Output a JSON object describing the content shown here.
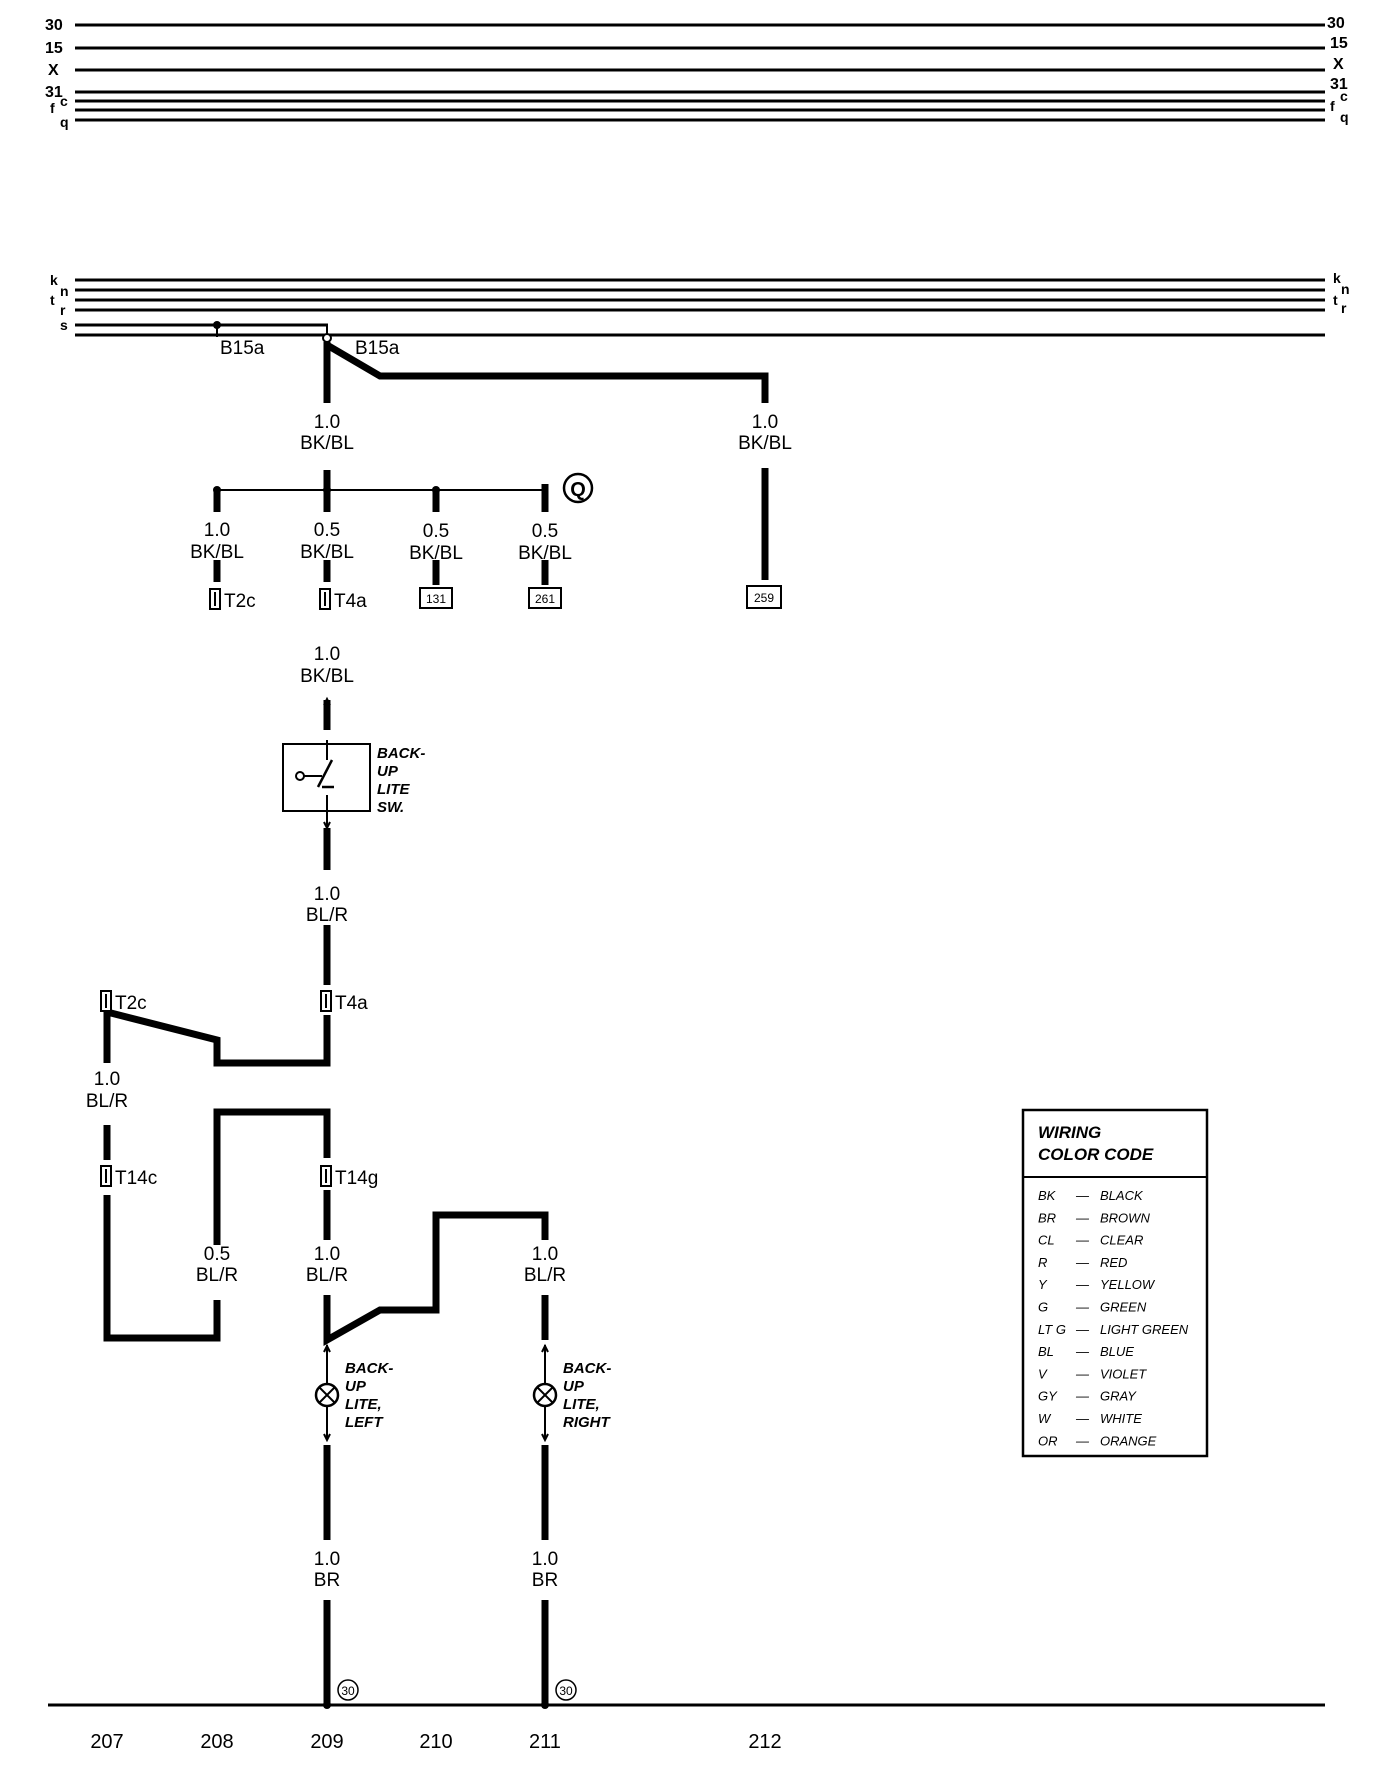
{
  "bus_lines": {
    "top_left": [
      "30",
      "15",
      "X",
      "31",
      "f",
      "c",
      "q"
    ],
    "top_right": [
      "30",
      "15",
      "X",
      "31",
      "f",
      "c",
      "q"
    ],
    "mid_left": [
      "k",
      "n",
      "t",
      "r",
      "s"
    ],
    "mid_right": [
      "k",
      "n",
      "t",
      "r"
    ]
  },
  "splices": {
    "left": "B15a",
    "right": "B15a"
  },
  "wires": {
    "main_feed": {
      "size": "1.0",
      "color": "BK/BL"
    },
    "feed_259": {
      "size": "1.0",
      "color": "BK/BL"
    },
    "branch_1": {
      "size": "1.0",
      "color": "BK/BL"
    },
    "branch_2": {
      "size": "0.5",
      "color": "BK/BL"
    },
    "branch_3": {
      "size": "0.5",
      "color": "BK/BL"
    },
    "branch_4": {
      "size": "0.5",
      "color": "BK/BL"
    },
    "to_switch": {
      "size": "1.0",
      "color": "BK/BL"
    },
    "from_switch": {
      "size": "1.0",
      "color": "BL/R"
    },
    "left_col": {
      "size": "1.0",
      "color": "BL/R"
    },
    "loop": {
      "size": "0.5",
      "color": "BL/R"
    },
    "lamp_left_in": {
      "size": "1.0",
      "color": "BL/R"
    },
    "lamp_right_in": {
      "size": "1.0",
      "color": "BL/R"
    },
    "lamp_left_out": {
      "size": "1.0",
      "color": "BR"
    },
    "lamp_right_out": {
      "size": "1.0",
      "color": "BR"
    }
  },
  "connectors": {
    "t2c_top": "T2c",
    "t4a_top": "T4a",
    "t2c_mid": "T2c",
    "t4a_mid": "T4a",
    "t14c": "T14c",
    "t14g": "T14g"
  },
  "refs": {
    "ref_131": "131",
    "ref_261": "261",
    "ref_259": "259",
    "q_marker": "Q",
    "ground_left": "30",
    "ground_right": "30"
  },
  "components": {
    "switch": [
      "BACK-",
      "UP",
      "LITE",
      "SW."
    ],
    "lamp_left": [
      "BACK-",
      "UP",
      "LITE,",
      "LEFT"
    ],
    "lamp_right": [
      "BACK-",
      "UP",
      "LITE,",
      "RIGHT"
    ]
  },
  "legend": {
    "title_line1": "WIRING",
    "title_line2": "COLOR CODE",
    "entries": [
      {
        "code": "BK",
        "name": "BLACK"
      },
      {
        "code": "BR",
        "name": "BROWN"
      },
      {
        "code": "CL",
        "name": "CLEAR"
      },
      {
        "code": "R",
        "name": "RED"
      },
      {
        "code": "Y",
        "name": "YELLOW"
      },
      {
        "code": "G",
        "name": "GREEN"
      },
      {
        "code": "LT G",
        "name": "LIGHT GREEN"
      },
      {
        "code": "BL",
        "name": "BLUE"
      },
      {
        "code": "V",
        "name": "VIOLET"
      },
      {
        "code": "GY",
        "name": "GRAY"
      },
      {
        "code": "W",
        "name": "WHITE"
      },
      {
        "code": "OR",
        "name": "ORANGE"
      }
    ]
  },
  "columns": [
    "207",
    "208",
    "209",
    "210",
    "211",
    "212"
  ]
}
